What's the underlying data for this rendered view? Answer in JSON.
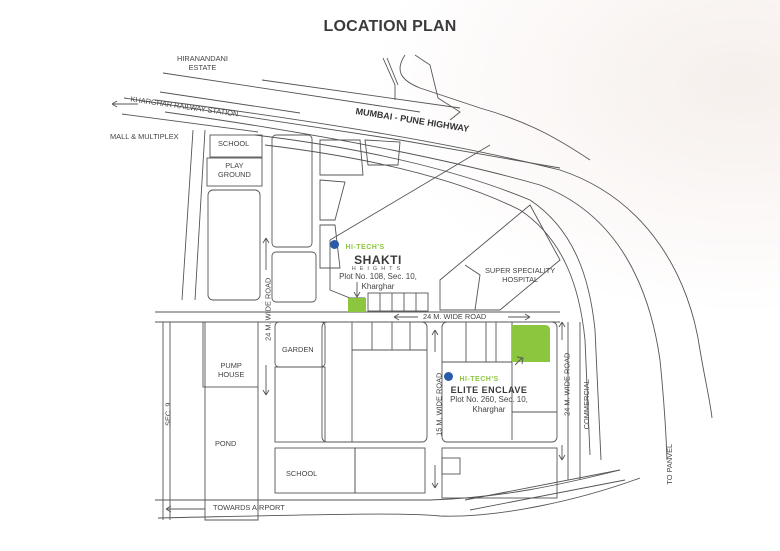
{
  "title": "LOCATION PLAN",
  "colors": {
    "road_line": "#555555",
    "plot_highlight": "#8cc63f",
    "brand_green": "#8cc63f",
    "brand_blue": "#2a5aa8",
    "text": "#444444"
  },
  "labels": {
    "hiranandani": "HIRANANDANI",
    "estate": "ESTATE",
    "railway": "KHARGHAR RAILWAY STATION",
    "mall": "MALL & MULTIPLEX",
    "highway": "MUMBAI - PUNE HIGHWAY",
    "school_top": "SCHOOL",
    "play": "PLAY",
    "ground": "GROUND",
    "road_24_left": "24 M. WIDE ROAD",
    "road_24_horizontal": "24 M. WIDE ROAD",
    "road_24_right": "24 M. WIDE ROAD",
    "road_15": "15 M. WIDE ROAD",
    "hospital_1": "SUPER SPECIALITY",
    "hospital_2": "HOSPITAL",
    "garden": "GARDEN",
    "pump_1": "PUMP",
    "pump_2": "HOUSE",
    "pond": "POND",
    "sec9": "SEC. 9",
    "school_bottom": "SCHOOL",
    "airport": "TOWARDS AIRPORT",
    "commercial": "COMMERCIAL",
    "panvel": "TO PANVEL"
  },
  "projects": {
    "shakti": {
      "brand": "HI-TECH'S",
      "name": "SHAKTI",
      "sub": "HEIGHTS",
      "plot": "Plot No. 108, Sec. 10,",
      "locality": "Kharghar"
    },
    "elite": {
      "brand": "HI-TECH'S",
      "name": "ELITE ENCLAVE",
      "plot": "Plot No. 260, Sec. 10,",
      "locality": "Kharghar"
    }
  }
}
